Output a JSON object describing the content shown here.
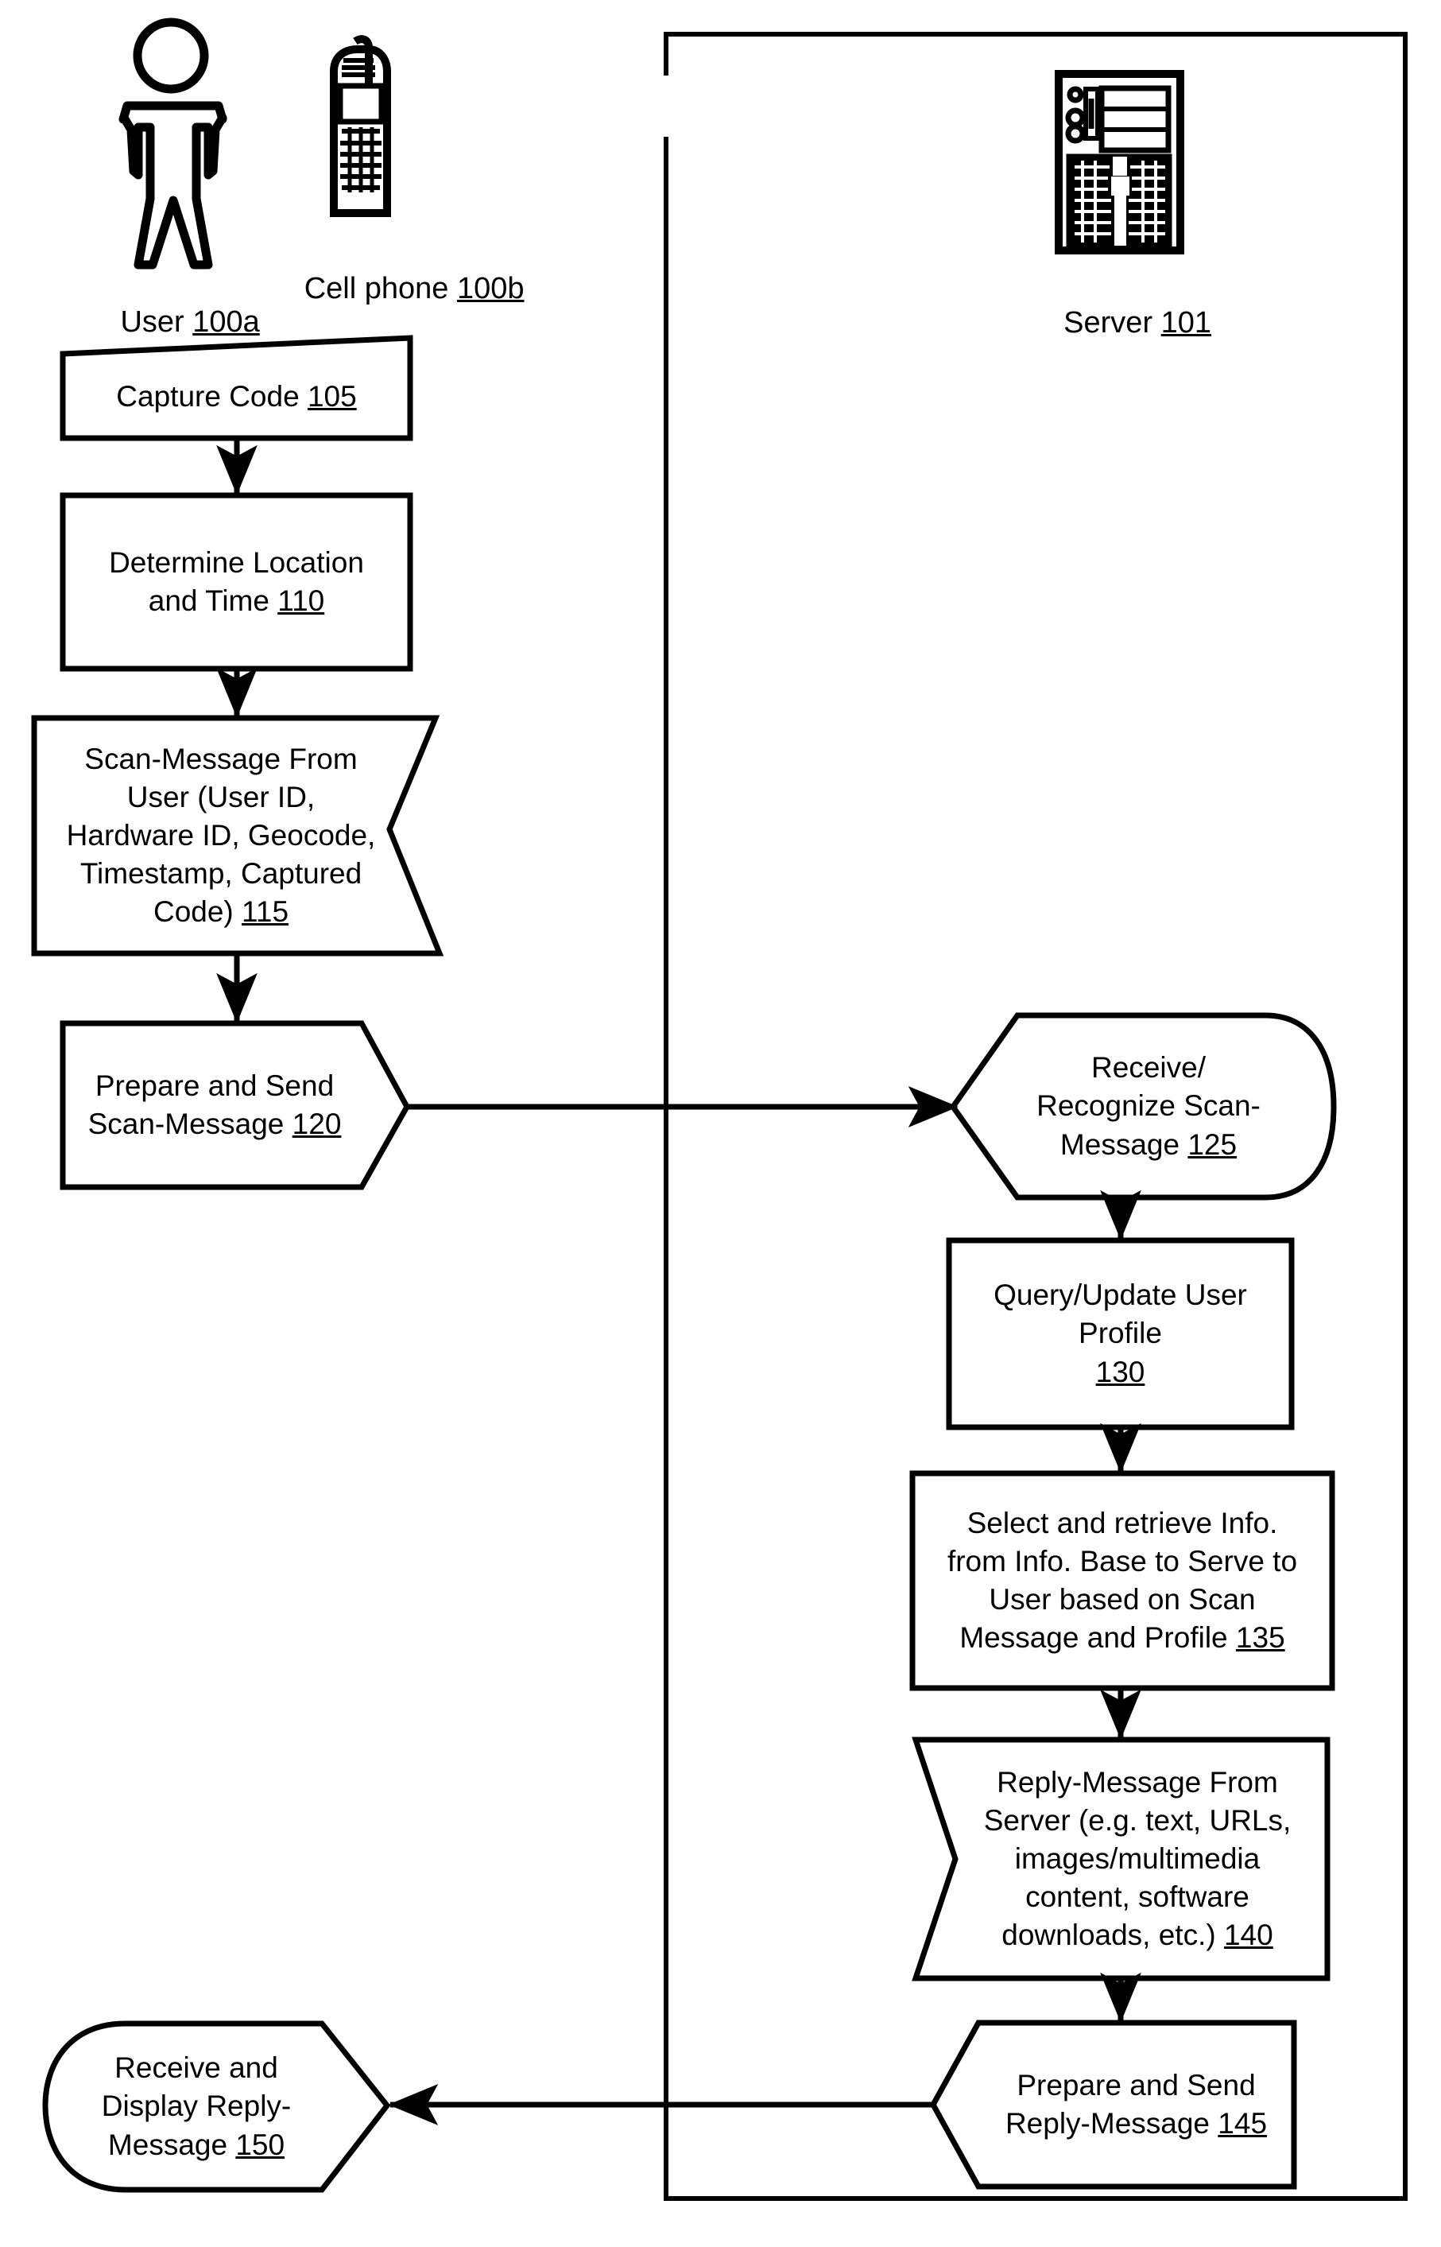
{
  "figure": {
    "type": "patent-flowchart",
    "background": "#ffffff",
    "stroke": "#000000"
  },
  "actors": [
    {
      "id": "user",
      "icon": "person-icon",
      "label_text": "User ",
      "ref": "100a"
    },
    {
      "id": "cell-phone",
      "icon": "cell-phone-icon",
      "label_text": "Cell phone ",
      "ref": "100b"
    },
    {
      "id": "server",
      "icon": "server-tower-icon",
      "label_text": "Server ",
      "ref": "101"
    }
  ],
  "boundary": {
    "name": "server-boundary",
    "label": ""
  },
  "nodes": [
    {
      "id": "n105",
      "shape": "trapezoid-slanted-top",
      "lines": [
        "Capture Code "
      ],
      "ref": "105",
      "column": "client"
    },
    {
      "id": "n110",
      "shape": "rectangle",
      "lines": [
        "Determine Location",
        "and Time  "
      ],
      "ref": "110",
      "column": "client"
    },
    {
      "id": "n115",
      "shape": "data-chevron-right-notch",
      "lines": [
        "Scan-Message From",
        "User (User ID,",
        "Hardware ID, Geocode,",
        "Timestamp, Captured",
        "Code) "
      ],
      "ref": "115",
      "column": "client"
    },
    {
      "id": "n120",
      "shape": "pentagon-arrow-right",
      "lines": [
        "Prepare and Send",
        "Scan-Message "
      ],
      "ref": "120",
      "column": "client"
    },
    {
      "id": "n125",
      "shape": "point-left-round-right",
      "lines": [
        "Receive/",
        "Recognize Scan-",
        "Message "
      ],
      "ref": "125",
      "column": "server"
    },
    {
      "id": "n130",
      "shape": "rectangle",
      "lines": [
        "Query/Update User",
        "Profile",
        ""
      ],
      "ref": "130",
      "column": "server"
    },
    {
      "id": "n135",
      "shape": "rectangle",
      "lines": [
        "Select and retrieve Info.",
        "from Info. Base to Serve to",
        "User based on Scan",
        "Message and Profile "
      ],
      "ref": "135",
      "column": "server"
    },
    {
      "id": "n140",
      "shape": "data-chevron-left-notch",
      "lines": [
        "Reply-Message From",
        "Server (e.g. text, URLs,",
        "images/multimedia",
        "content, software",
        "downloads, etc.) "
      ],
      "ref": "140",
      "column": "server"
    },
    {
      "id": "n145",
      "shape": "pentagon-arrow-left",
      "lines": [
        "Prepare and Send",
        "Reply-Message "
      ],
      "ref": "145",
      "column": "server"
    },
    {
      "id": "n150",
      "shape": "round-left-point-right",
      "lines": [
        "Receive and",
        "Display Reply-",
        "Message "
      ],
      "ref": "150",
      "column": "client"
    }
  ],
  "connectors": [
    {
      "id": "c105-110",
      "from": "n105",
      "to": "n110",
      "direction": "down"
    },
    {
      "id": "c110-115",
      "from": "n110",
      "to": "n115",
      "direction": "down"
    },
    {
      "id": "c115-120",
      "from": "n115",
      "to": "n120",
      "direction": "down"
    },
    {
      "id": "c120-125",
      "from": "n120",
      "to": "n125",
      "direction": "right"
    },
    {
      "id": "c125-130",
      "from": "n125",
      "to": "n130",
      "direction": "down"
    },
    {
      "id": "c130-135",
      "from": "n130",
      "to": "n135",
      "direction": "down"
    },
    {
      "id": "c135-140",
      "from": "n135",
      "to": "n140",
      "direction": "down"
    },
    {
      "id": "c140-145",
      "from": "n140",
      "to": "n145",
      "direction": "down"
    },
    {
      "id": "c145-150",
      "from": "n145",
      "to": "n150",
      "direction": "left"
    }
  ]
}
